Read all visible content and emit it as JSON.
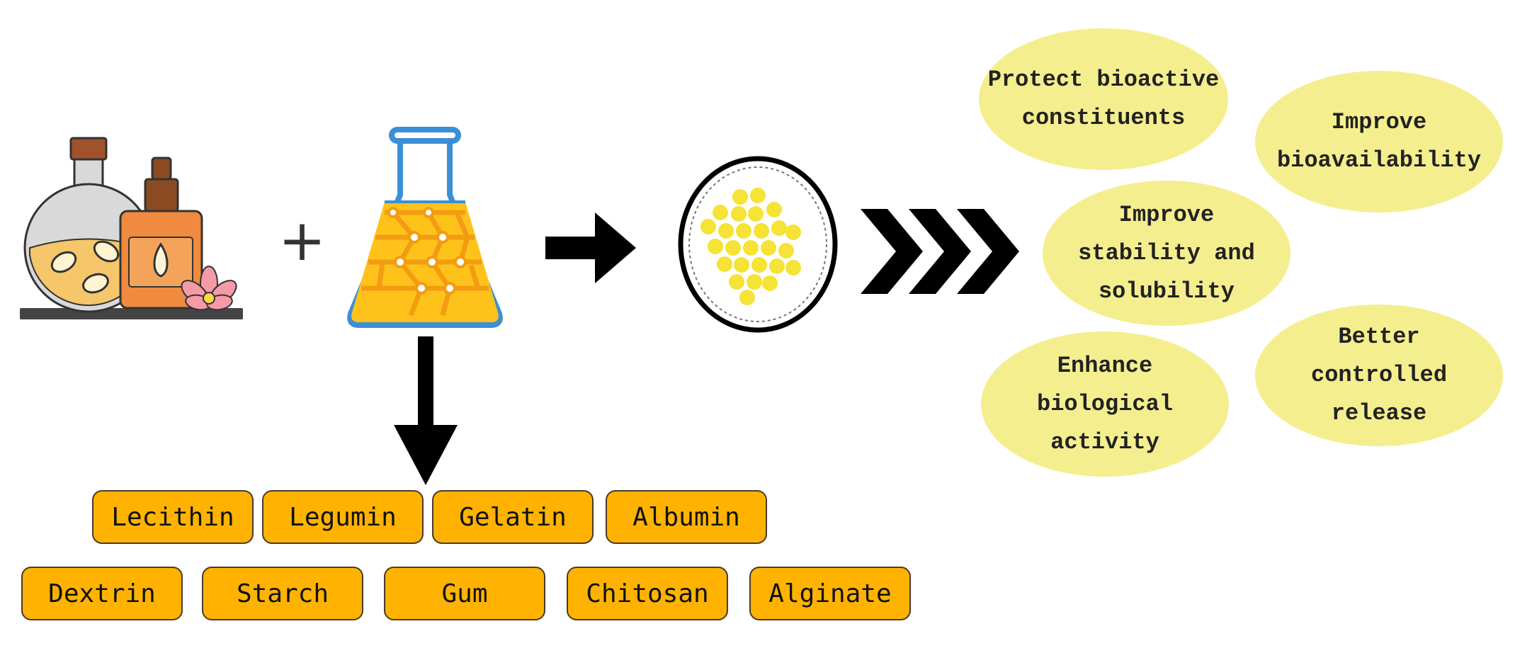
{
  "plus_symbol": "+",
  "wall_materials": {
    "row1": [
      "Lecithin",
      "Legumin",
      "Gelatin",
      "Albumin"
    ],
    "row2": [
      "Dextrin",
      "Starch",
      "Gum",
      "Chitosan",
      "Alginate"
    ]
  },
  "benefits": {
    "protect": "Protect bioactive\nconstituents",
    "bioavailability": "Improve\nbioavailability",
    "stability": "Improve\nstability and\nsolubility",
    "enhance": "Enhance\nbiological\nactivity",
    "release": "Better\ncontrolled\nrelease"
  },
  "colors": {
    "pill_fill": "#ffb300",
    "bubble_fill": "#f4ee8e",
    "flask_outline": "#3a8fd6",
    "liquid": "#ffc21a",
    "particle": "#f5e335"
  },
  "icons": [
    "essential-oil-bottles-icon",
    "erlenmeyer-flask-icon",
    "nanocapsule-icon"
  ]
}
